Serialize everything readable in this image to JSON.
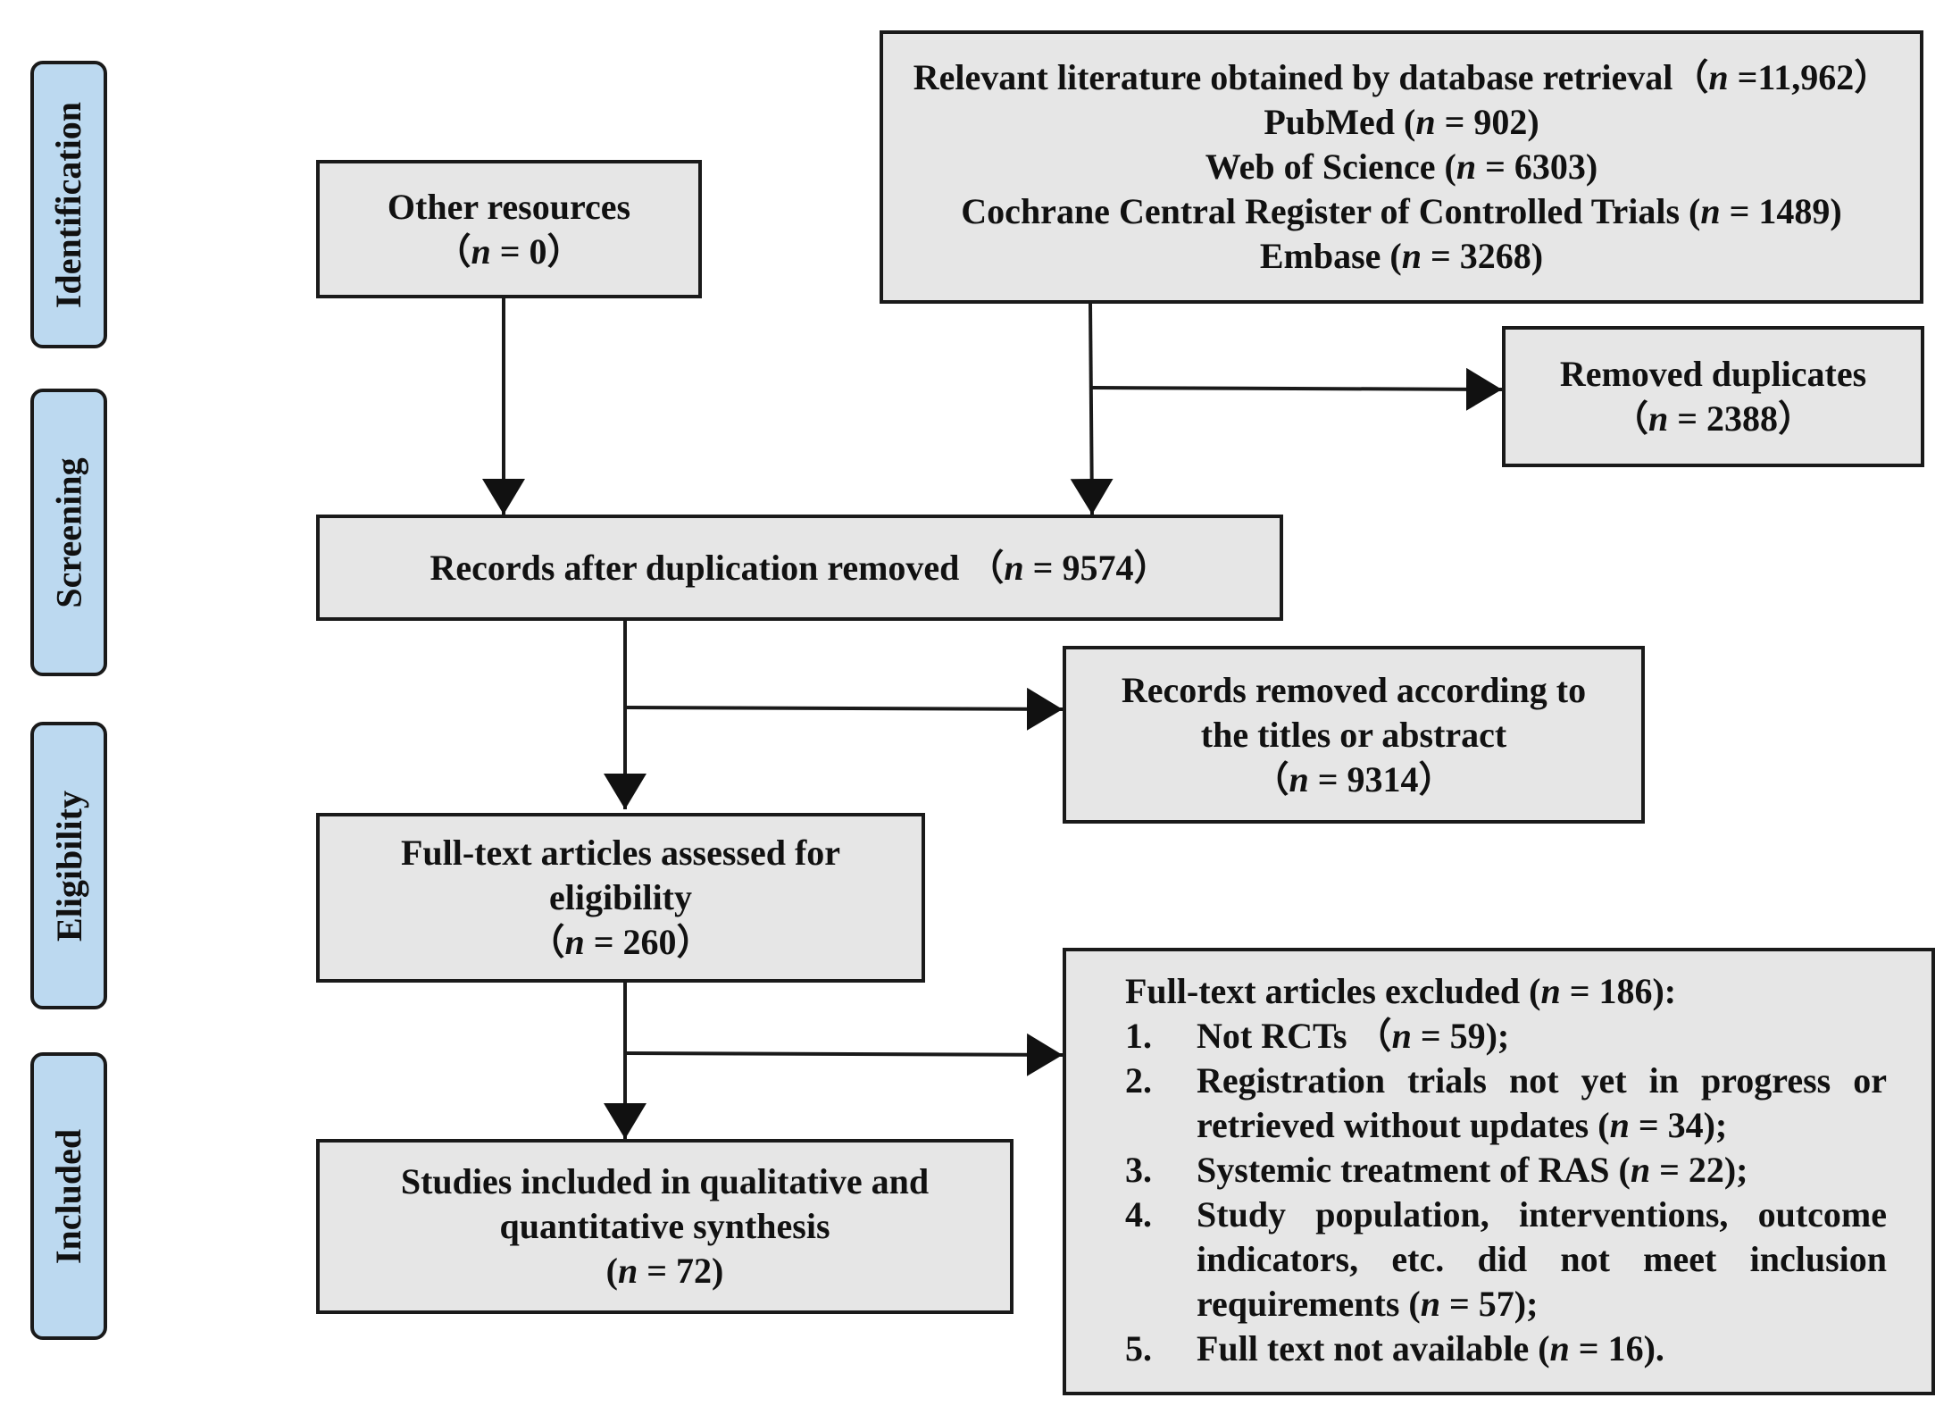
{
  "stages": [
    {
      "label": "Identification"
    },
    {
      "label": "Screening"
    },
    {
      "label": "Eligibility"
    },
    {
      "label": "Included"
    }
  ],
  "n_symbol": "n",
  "boxes": {
    "database": {
      "line1_text": "Relevant literature obtained by database retrieval（",
      "line1_value": " =11,962）",
      "line2_text": "PubMed  (",
      "line2_value": " = 902)",
      "line3_text": "Web of Science (",
      "line3_value": " = 6303)",
      "line4_text": "Cochrane Central Register of Controlled Trials (",
      "line4_value": " = 1489)",
      "line5_text": "Embase (",
      "line5_value": " = 3268)"
    },
    "other_resources": {
      "title": "Other resources",
      "count_prefix": "（",
      "count_value": " = 0）"
    },
    "removed_duplicates": {
      "title": "Removed duplicates",
      "count_prefix": "（",
      "count_value": " = 2388）"
    },
    "after_duplicates": {
      "text": "Records after duplication removed  （",
      "count_value": " = 9574）"
    },
    "removed_titles": {
      "line1": "Records removed according to",
      "line2": "the titles or abstract",
      "count_prefix": "（",
      "count_value": " = 9314）"
    },
    "full_text_assessed": {
      "line1": "Full-text articles assessed for",
      "line2": "eligibility",
      "count_prefix": "（",
      "count_value": " = 260）"
    },
    "included_studies": {
      "line1": "Studies included in qualitative and",
      "line2": "quantitative synthesis",
      "count_prefix": "(",
      "count_value": " = 72)"
    },
    "excluded": {
      "heading_text": "Full-text articles excluded (",
      "heading_value": " = 186):",
      "items": [
        {
          "num": "1.",
          "text": "Not RCTs  （",
          "value": " = 59);"
        },
        {
          "num": "2.",
          "text": "Registration trials not yet in progress or retrieved without updates (",
          "value": " = 34);"
        },
        {
          "num": "3.",
          "text": "Systemic treatment of RAS (",
          "value": " = 22);"
        },
        {
          "num": "4.",
          "text": "Study population, interventions, outcome indicators, etc. did not meet inclusion requirements (",
          "value": " = 57);"
        },
        {
          "num": "5.",
          "text": "Full text not available (",
          "value": " = 16)."
        }
      ]
    }
  },
  "colors": {
    "box_fill": "#e6e6e6",
    "stage_fill": "#bcd9f0",
    "line": "#1a1a1a"
  }
}
